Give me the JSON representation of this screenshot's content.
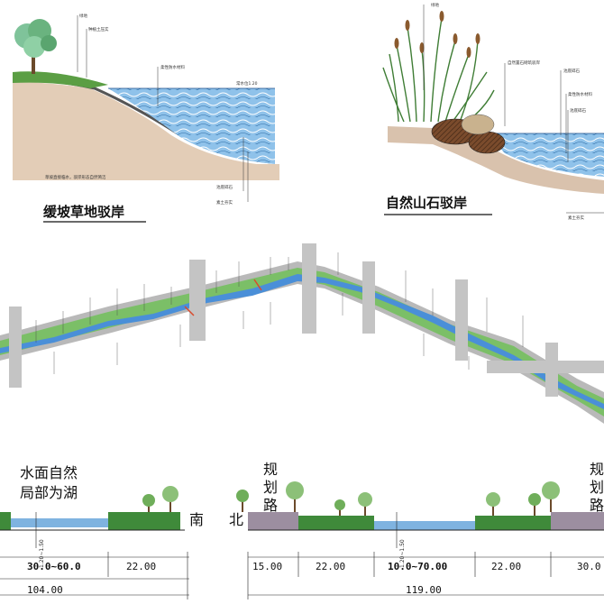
{
  "top_left": {
    "labels": {
      "lawn": "绿地",
      "soil": "种植土压实",
      "liner": "柔性防水材料",
      "water_level": "常水位1.20",
      "gravel": "池底碎石",
      "plain_soil": "素土夯实"
    },
    "note": "草坡直接临水，驳岸形态自然简洁",
    "title": "缓坡草地驳岸"
  },
  "top_right": {
    "labels": {
      "lawn": "绿地",
      "rock_bank": "自然置石砌筑驳岸",
      "gravel": "池底碎石",
      "liner": "柔性防水材料",
      "pool_gravel": "池底碎石",
      "plain_soil": "素土夯实"
    },
    "title": "自然山石驳岸"
  },
  "left_section": {
    "title_line1": "水面自然",
    "title_line2": "局部为湖",
    "depth": "1.20~1.50",
    "direction": "南",
    "dims": [
      "30.0~60.0",
      "22.00"
    ],
    "total": "104.00"
  },
  "right_section": {
    "road_left": [
      "规",
      "划",
      "路"
    ],
    "road_right": [
      "规",
      "划",
      "路"
    ],
    "direction": "北",
    "depth": "1.20~1.50",
    "dims": [
      "15.00",
      "22.00",
      "10.0~70.00",
      "22.00",
      "30.0"
    ],
    "total": "119.00"
  },
  "colors": {
    "water": "#7fb3e0",
    "lawn": "#3f8a3a",
    "soil": "#c8a98c",
    "road": "#b9b9b9"
  }
}
